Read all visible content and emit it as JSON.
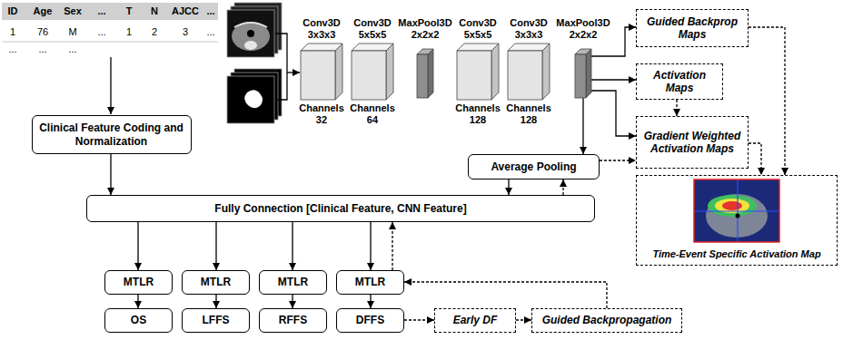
{
  "diagram": {
    "nodes": [
      {
        "text": [
          "Clinical Feature Coding and Normalization"
        ]
      },
      {
        "text": [
          "Conv3D 3x3x3",
          "Channels 32"
        ]
      },
      {
        "text": [
          "Conv3D 5x5x5",
          "Channels 64"
        ]
      },
      {
        "text": [
          "MaxPool3D 2x2x2"
        ]
      },
      {
        "text": [
          "Conv3D 5x5x5",
          "Channels 128"
        ]
      },
      {
        "text": [
          "Conv3D 3x3x3",
          "Channels 128"
        ]
      },
      {
        "text": [
          "MaxPool3D 2x2x2"
        ]
      },
      {
        "text": [
          "Guided Backprop Maps"
        ]
      },
      {
        "text": [
          "Activation Maps"
        ]
      },
      {
        "text": [
          "Gradient Weighted Activation Maps"
        ]
      },
      {
        "text": [
          "Average Pooling"
        ]
      },
      {
        "text": [
          "Fully Connection [Clinical Feature, CNN Feature]"
        ]
      },
      {
        "text": [
          "MTLR"
        ]
      },
      {
        "text": [
          "MTLR"
        ]
      },
      {
        "text": [
          "MTLR"
        ]
      },
      {
        "text": [
          "MTLR"
        ]
      },
      {
        "text": [
          "OS"
        ]
      },
      {
        "text": [
          "LFFS"
        ]
      },
      {
        "text": [
          "RFFS"
        ]
      },
      {
        "text": [
          "DFFS"
        ]
      },
      {
        "text": [
          "Early DF"
        ]
      },
      {
        "text": [
          "Guided Backpropagation"
        ]
      },
      {
        "text": [
          "Time-Event Specific Activation Map"
        ]
      }
    ],
    "edges": [
      {
        "from": 0,
        "to": 11,
        "arrow": "to"
      },
      {
        "from": 10,
        "to": 11,
        "arrow": "to"
      },
      {
        "from": 6,
        "to": 10,
        "arrow": "to"
      },
      {
        "from": 6,
        "to": 7,
        "arrow": "to"
      },
      {
        "from": 6,
        "to": 8,
        "arrow": "to"
      },
      {
        "from": 6,
        "to": 9,
        "arrow": "to"
      },
      {
        "from": 11,
        "to": 12,
        "arrow": "to"
      },
      {
        "from": 11,
        "to": 13,
        "arrow": "to"
      },
      {
        "from": 11,
        "to": 14,
        "arrow": "to"
      },
      {
        "from": 11,
        "to": 15,
        "arrow": "to"
      },
      {
        "from": 12,
        "to": 16,
        "arrow": "to"
      },
      {
        "from": 13,
        "to": 17,
        "arrow": "to"
      },
      {
        "from": 14,
        "to": 18,
        "arrow": "to"
      },
      {
        "from": 15,
        "to": 19,
        "arrow": "to"
      },
      {
        "from": 19,
        "to": 20,
        "arrow": "to"
      },
      {
        "from": 20,
        "to": 21,
        "arrow": "to"
      },
      {
        "from": 21,
        "to": 15,
        "arrow": "to"
      },
      {
        "from": 15,
        "to": 11,
        "arrow": "to"
      },
      {
        "from": 11,
        "to": 10,
        "arrow": "to"
      },
      {
        "from": 10,
        "to": 9,
        "arrow": "to"
      },
      {
        "from": 8,
        "to": 9,
        "arrow": "to"
      },
      {
        "from": 7,
        "to": 22,
        "arrow": "to"
      },
      {
        "from": 9,
        "to": 22,
        "arrow": "to"
      }
    ],
    "labels": [
      "ID",
      "Age",
      "Sex",
      "...",
      "T",
      "N",
      "AJCC",
      "...",
      "1",
      "76",
      "M",
      "...",
      "1",
      "2",
      "3",
      "...",
      "...",
      "...",
      "..."
    ]
  }
}
